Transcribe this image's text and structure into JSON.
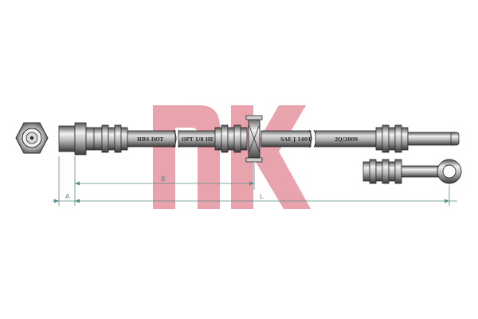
{
  "logo": {
    "text": "nk",
    "color": "#e8a3ac"
  },
  "hose": {
    "markings": [
      "HBS DOT",
      "OPT 1/8 HE",
      "SAE J 1401",
      "2Q/2009"
    ]
  },
  "dimensions": {
    "a_label": "A",
    "b_label": "B",
    "l_label": "L"
  },
  "colors": {
    "metal_dark": "#3d3d3d",
    "metal_light": "#e8e8e8",
    "dimension_line": "#5a8c8a",
    "outline": "#2a2a2a"
  },
  "icons": [
    "hose-end-fitting-icon",
    "banjo-fitting-icon",
    "mounting-bracket-icon"
  ]
}
